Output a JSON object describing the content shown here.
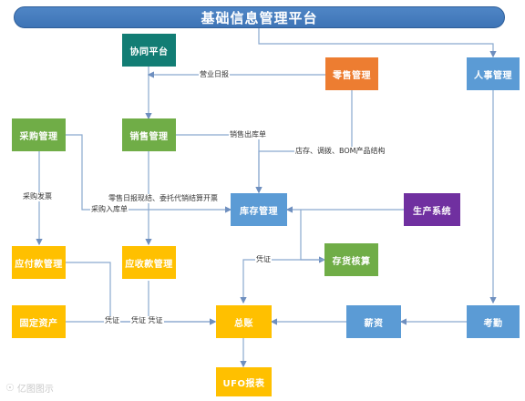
{
  "title": "基础信息管理平台",
  "nodes": {
    "xietong": "协同平台",
    "lingshou": "零售管理",
    "renshi": "人事管理",
    "caigou": "采购管理",
    "xiaoshou": "销售管理",
    "kucun": "库存管理",
    "shengchan": "生产系统",
    "cunhuo": "存货核算",
    "yingfu": "应付款管理",
    "yingshou": "应收款管理",
    "guding": "固定资产",
    "zongzhang": "总账",
    "xinzi": "薪资",
    "kaoqin": "考勤",
    "ufo": "UFO报表"
  },
  "edge_labels": {
    "yingye_ribao": "营业日报",
    "xiaoshou_chuku": "销售出库单",
    "dianchun": "店存、调拨、BOM产品结构",
    "caigou_fapiao": "采购发票",
    "lingshou_jiesuan": "零售日报现结、委托代销结算开票",
    "caigou_ruku": "采购入库单",
    "pingzheng_cunhuo": "凭证",
    "pingzheng_guding": "凭证",
    "pingzheng_yingshou": "凭证 凭证"
  },
  "colors": {
    "teal": "#127d74",
    "orange": "#ed7d31",
    "blue": "#5b9bd5",
    "green": "#70ad47",
    "purple": "#7030a0",
    "yellow": "#ffc000",
    "title": "#3e74b6",
    "line": "#8aa9cf",
    "line_dark": "#6e8fbf"
  },
  "watermark": "亿图图示",
  "watermark_icon": "watermark-logo-icon"
}
